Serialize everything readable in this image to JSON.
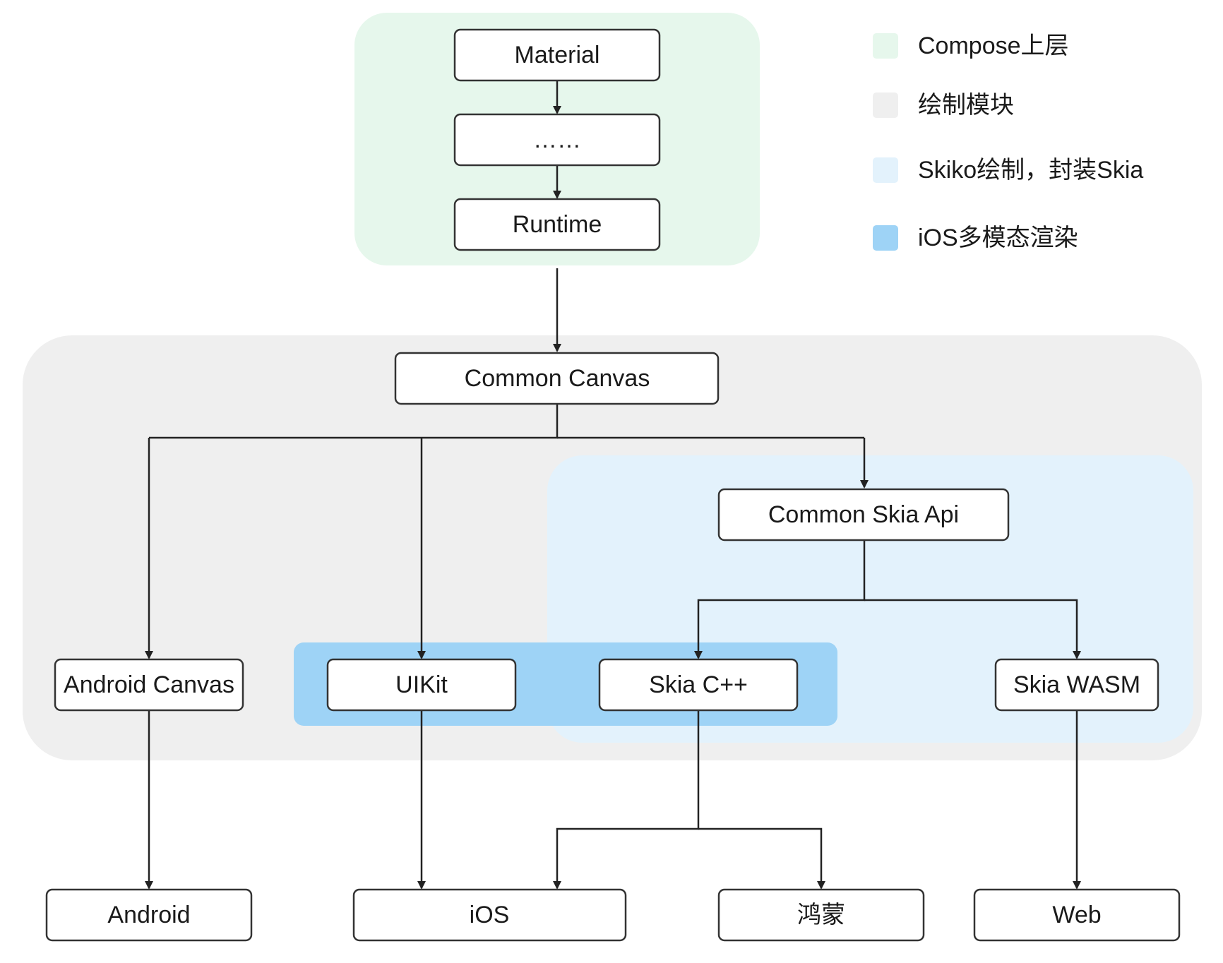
{
  "nodes": {
    "material": "Material",
    "ellipsis": "……",
    "runtime": "Runtime",
    "common_canvas": "Common Canvas",
    "common_skia_api": "Common Skia Api",
    "android_canvas": "Android Canvas",
    "uikit": "UIKit",
    "skia_cpp": "Skia C++",
    "skia_wasm": "Skia WASM",
    "android": "Android",
    "ios": "iOS",
    "harmony": "鸿蒙",
    "web": "Web"
  },
  "legend": [
    {
      "label": "Compose上层",
      "color": "#e6f7ec"
    },
    {
      "label": "绘制模块",
      "color": "#efefef"
    },
    {
      "label": "Skiko绘制，封装Skia",
      "color": "#e3f2fc"
    },
    {
      "label": "iOS多模态渲染",
      "color": "#9ed3f6"
    }
  ],
  "colors": {
    "compose_layer": "#e6f7ec",
    "draw_module": "#efefef",
    "skiko": "#e3f2fc",
    "ios_multimodal": "#9ed3f6",
    "node_fill": "#ffffff",
    "node_stroke": "#333333",
    "edge": "#222222"
  }
}
